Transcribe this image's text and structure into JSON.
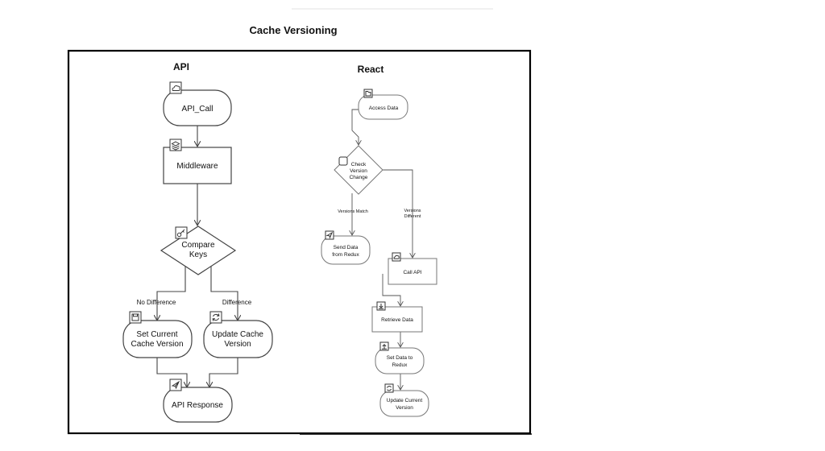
{
  "title": "Cache Versioning",
  "api": {
    "label": "API",
    "nodes": {
      "api_call": "API_Call",
      "middleware": "Middleware",
      "compare_keys": [
        "Compare",
        "Keys"
      ],
      "set_current": [
        "Set Current",
        "Cache Version"
      ],
      "update_cache": [
        "Update Cache",
        "Version"
      ],
      "api_response": "API Response"
    },
    "edge_labels": {
      "no_difference": "No Difference",
      "difference": "Difference"
    },
    "icons": {
      "api_call": "cloud-icon",
      "middleware": "layers-icon",
      "compare_keys": "key-icon",
      "set_current": "save-icon",
      "update_cache": "refresh-icon",
      "api_response": "send-icon"
    }
  },
  "react": {
    "label": "React",
    "nodes": {
      "access_data": "Access Data",
      "check_version": [
        "Check",
        "Version",
        "Change"
      ],
      "send_data": [
        "Send Data",
        "from Redux"
      ],
      "call_api": "Call API",
      "retrieve_data": "Retrieve Data",
      "set_data": [
        "Set Data to",
        "Redux"
      ],
      "update_current": [
        "Update Current",
        "Version"
      ]
    },
    "edge_labels": {
      "versions_match": "Versions Match",
      "versions_different": [
        "Versions",
        "Different"
      ]
    },
    "icons": {
      "access_data": "folder-icon",
      "check_version": "blank-icon",
      "send_data": "send-icon",
      "call_api": "cloud-icon",
      "retrieve_data": "download-icon",
      "set_data": "upload-icon",
      "update_current": "refresh-icon"
    }
  }
}
